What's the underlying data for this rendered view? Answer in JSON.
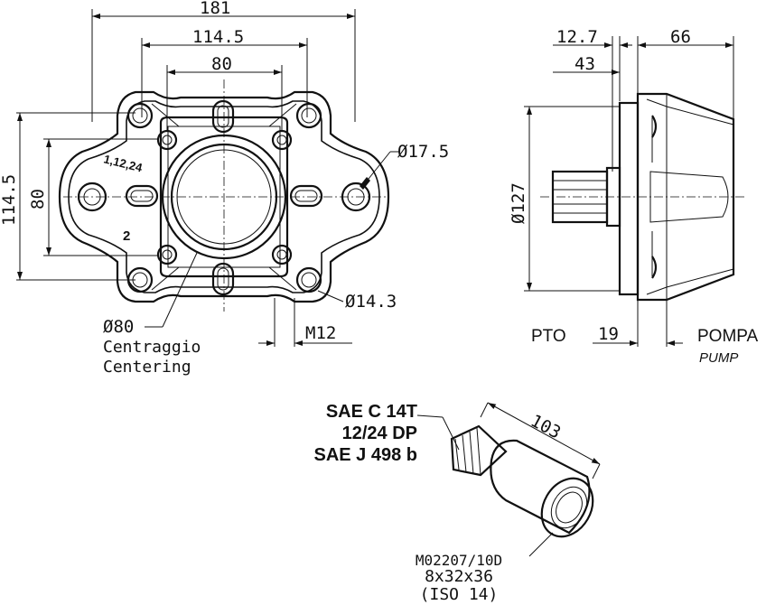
{
  "front_view": {
    "dim_181": "181",
    "dim_114_5_top": "114.5",
    "dim_80_top": "80",
    "dim_114_5_left": "114.5",
    "dim_80_left": "80",
    "dia_17_5": "Ø17.5",
    "dia_14_3": "Ø14.3",
    "dia_80": "Ø80",
    "centraggio": "Centraggio",
    "centering": "Centering",
    "m12": "M12",
    "label_1_12_24": "1,12,24",
    "label_2": "2"
  },
  "side_view": {
    "dim_12_7": "12.7",
    "dim_66": "66",
    "dim_43": "43",
    "dia_127": "Ø127",
    "pto": "PTO",
    "dim_19": "19",
    "pompa": "POMPA",
    "pump": "PUMP"
  },
  "shaft": {
    "sae_c": "SAE C 14T",
    "dp": "12/24 DP",
    "sae_j": "SAE J 498 b",
    "dim_103": "103",
    "spline_top": "M02207/10D",
    "spline_size": "8x32x36",
    "iso": "(ISO 14)"
  }
}
